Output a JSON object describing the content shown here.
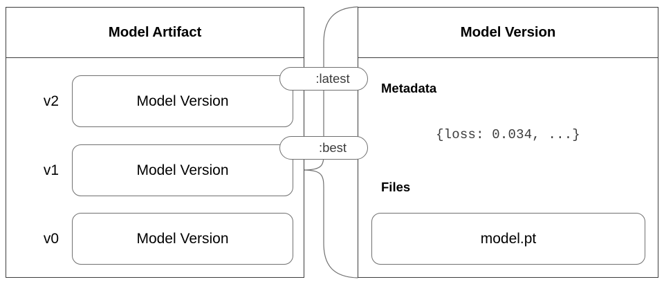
{
  "diagram": {
    "artifact_panel": {
      "title": "Model Artifact",
      "versions": [
        {
          "label": "v2",
          "box_label": "Model Version",
          "alias": ":latest"
        },
        {
          "label": "v1",
          "box_label": "Model Version",
          "alias": ":best"
        },
        {
          "label": "v0",
          "box_label": "Model Version",
          "alias": null
        }
      ]
    },
    "version_panel": {
      "title": "Model Version",
      "metadata_heading": "Metadata",
      "metadata_value": "{loss: 0.034, ...}",
      "files_heading": "Files",
      "files": [
        {
          "name": "model.pt"
        }
      ]
    },
    "connector": {
      "description": "brace-connector-from-v1-to-model-version-panel"
    }
  },
  "colors": {
    "panel_border": "#3b3b3b",
    "box_border": "#6f6f6f",
    "connector": "#6f6f6f",
    "text": "#000000",
    "muted_text": "#3b3b3b",
    "background": "#ffffff"
  }
}
